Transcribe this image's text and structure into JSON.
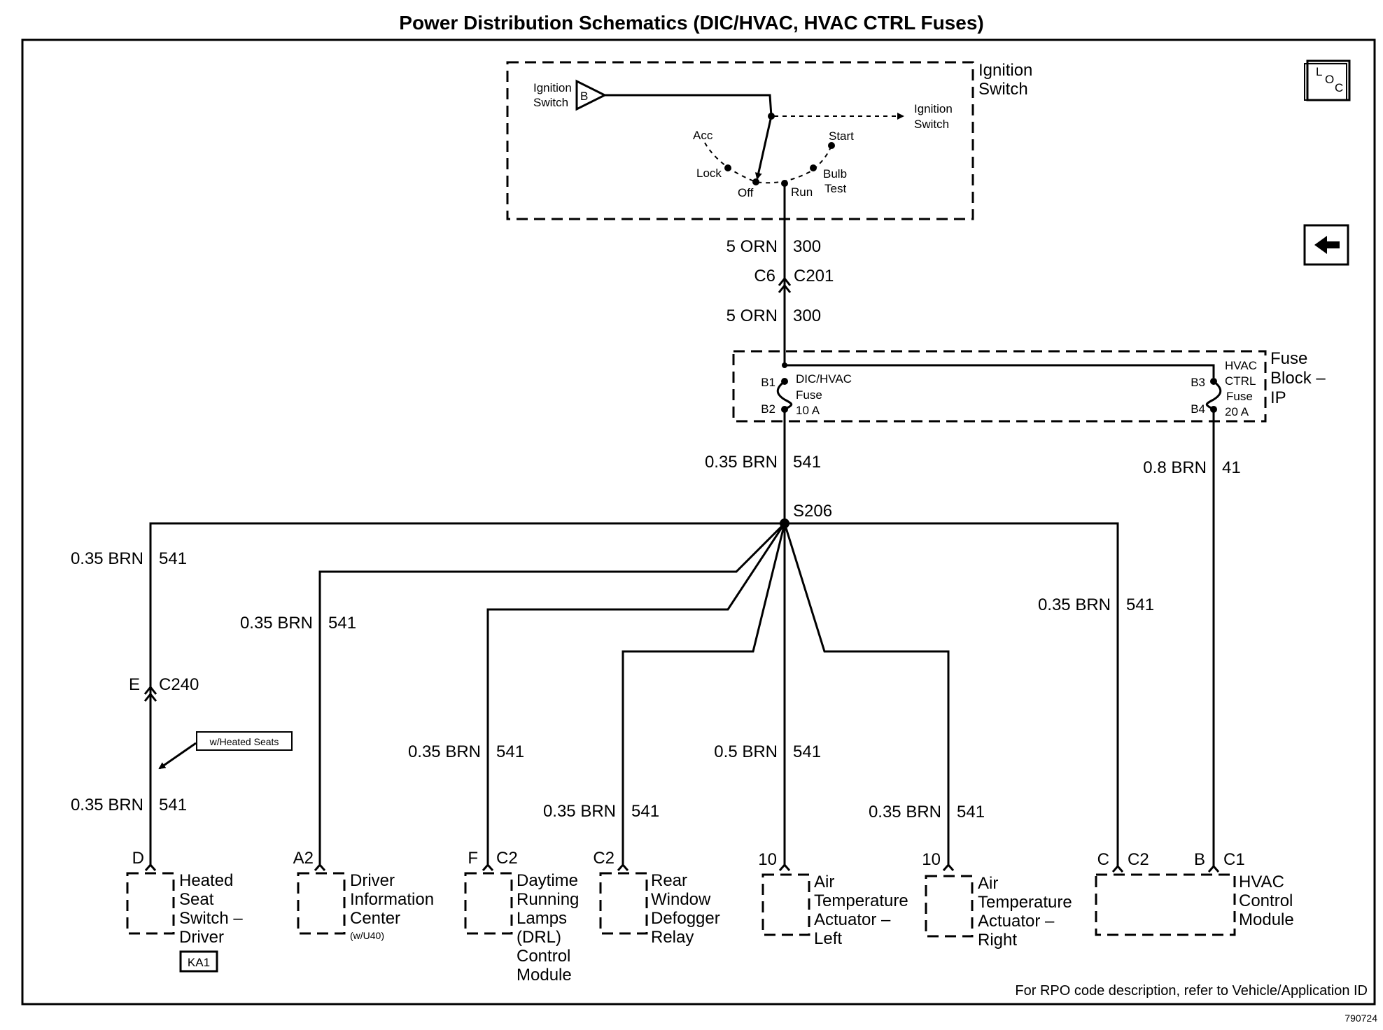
{
  "title": "Power Distribution Schematics (DIC/HVAC, HVAC CTRL Fuses)",
  "icons": {
    "loc": "loc-icon",
    "back": "back-arrow-icon"
  },
  "loc_icon_letters": [
    "L",
    "O",
    "C"
  ],
  "ignition_switch": {
    "label": [
      "Ignition",
      "Switch"
    ],
    "input_label": [
      "Ignition",
      "Switch"
    ],
    "input_terminal": "B",
    "output_label": [
      "Ignition",
      "Switch"
    ],
    "positions": {
      "acc": "Acc",
      "lock": "Lock",
      "off": "Off",
      "run": "Run",
      "start": "Start",
      "bulb_test": [
        "Bulb",
        "Test"
      ]
    }
  },
  "wire_top_1": {
    "gauge": "5 ORN",
    "circuit": "300"
  },
  "connector_top": {
    "left": "C6",
    "right": "C201"
  },
  "wire_top_2": {
    "gauge": "5 ORN",
    "circuit": "300"
  },
  "fuse_block": {
    "label": [
      "Fuse",
      "Block –",
      "IP"
    ],
    "fuse1": {
      "label": [
        "DIC/HVAC",
        "Fuse",
        "10 A"
      ],
      "pin_in": "B1",
      "pin_out": "B2"
    },
    "fuse2": {
      "label": [
        "HVAC",
        "CTRL",
        "Fuse",
        "20 A"
      ],
      "pin_in": "B3",
      "pin_out": "B4"
    }
  },
  "wire_after_fuse1": {
    "gauge": "0.35 BRN",
    "circuit": "541"
  },
  "wire_after_fuse2": {
    "gauge": "0.8 BRN",
    "circuit": "41"
  },
  "splice": "S206",
  "branches": {
    "heated_seat_upper": {
      "gauge": "0.35 BRN",
      "circuit": "541"
    },
    "connector_c240": {
      "left": "E",
      "right": "C240"
    },
    "heated_seat_lower": {
      "gauge": "0.35 BRN",
      "circuit": "541"
    },
    "option_callout": "w/Heated Seats",
    "dic": {
      "gauge": "0.35 BRN",
      "circuit": "541"
    },
    "drl": {
      "gauge": "0.35 BRN",
      "circuit": "541"
    },
    "defog": {
      "gauge": "0.35 BRN",
      "circuit": "541"
    },
    "air_left": {
      "gauge": "0.5 BRN",
      "circuit": "541"
    },
    "air_right": {
      "gauge": "0.35 BRN",
      "circuit": "541"
    },
    "hvac_c2": {
      "gauge": "0.35 BRN",
      "circuit": "541"
    }
  },
  "components": {
    "heated_seat": {
      "pin": "D",
      "name": [
        "Heated",
        "Seat",
        "Switch –",
        "Driver"
      ],
      "rpo": "KA1"
    },
    "dic": {
      "pin": "A2",
      "name": [
        "Driver",
        "Information",
        "Center"
      ],
      "note": "(w/U40)"
    },
    "drl": {
      "pin": "F",
      "conn": "C2",
      "name": [
        "Daytime",
        "Running",
        "Lamps",
        "(DRL)",
        "Control",
        "Module"
      ]
    },
    "defog": {
      "pin": "C2",
      "name": [
        "Rear",
        "Window",
        "Defogger",
        "Relay"
      ]
    },
    "air_left": {
      "pin": "10",
      "name": [
        "Air",
        "Temperature",
        "Actuator –",
        "Left"
      ]
    },
    "air_right": {
      "pin": "10",
      "name": [
        "Air",
        "Temperature",
        "Actuator –",
        "Right"
      ]
    },
    "hvac": {
      "pin_c2": "C",
      "conn_c2": "C2",
      "pin_c1": "B",
      "conn_c1": "C1",
      "name": [
        "HVAC",
        "Control",
        "Module"
      ]
    }
  },
  "footer_note": "For RPO code description, refer to Vehicle/Application ID",
  "doc_number": "790724"
}
